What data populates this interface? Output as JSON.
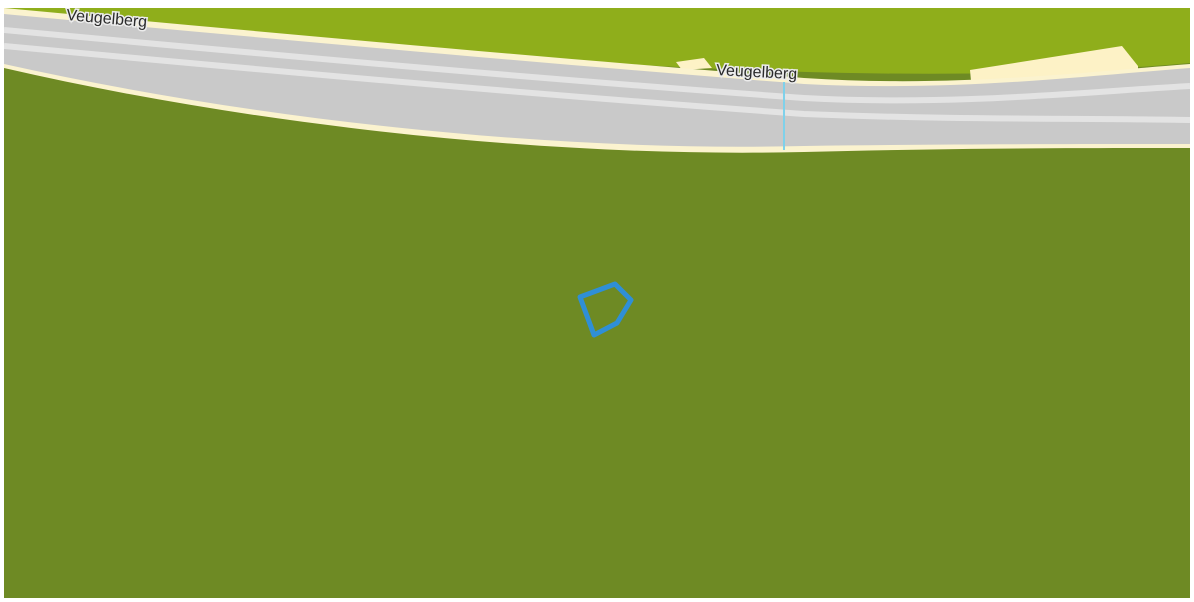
{
  "map": {
    "colors": {
      "grass": "#6e8a24",
      "grass_light": "#8fae1b",
      "road_fill": "#c9c9c9",
      "road_lane": "#e3e3e3",
      "road_edge": "#fbf3cf",
      "building": "#fdf2c6",
      "water_line": "#7fd1ea",
      "selection": "#2f8fd6"
    },
    "road_labels": [
      {
        "text": "Veugelberg"
      },
      {
        "text": "Veugelberg"
      }
    ],
    "selection_shape": {
      "name": "selected-area"
    }
  }
}
